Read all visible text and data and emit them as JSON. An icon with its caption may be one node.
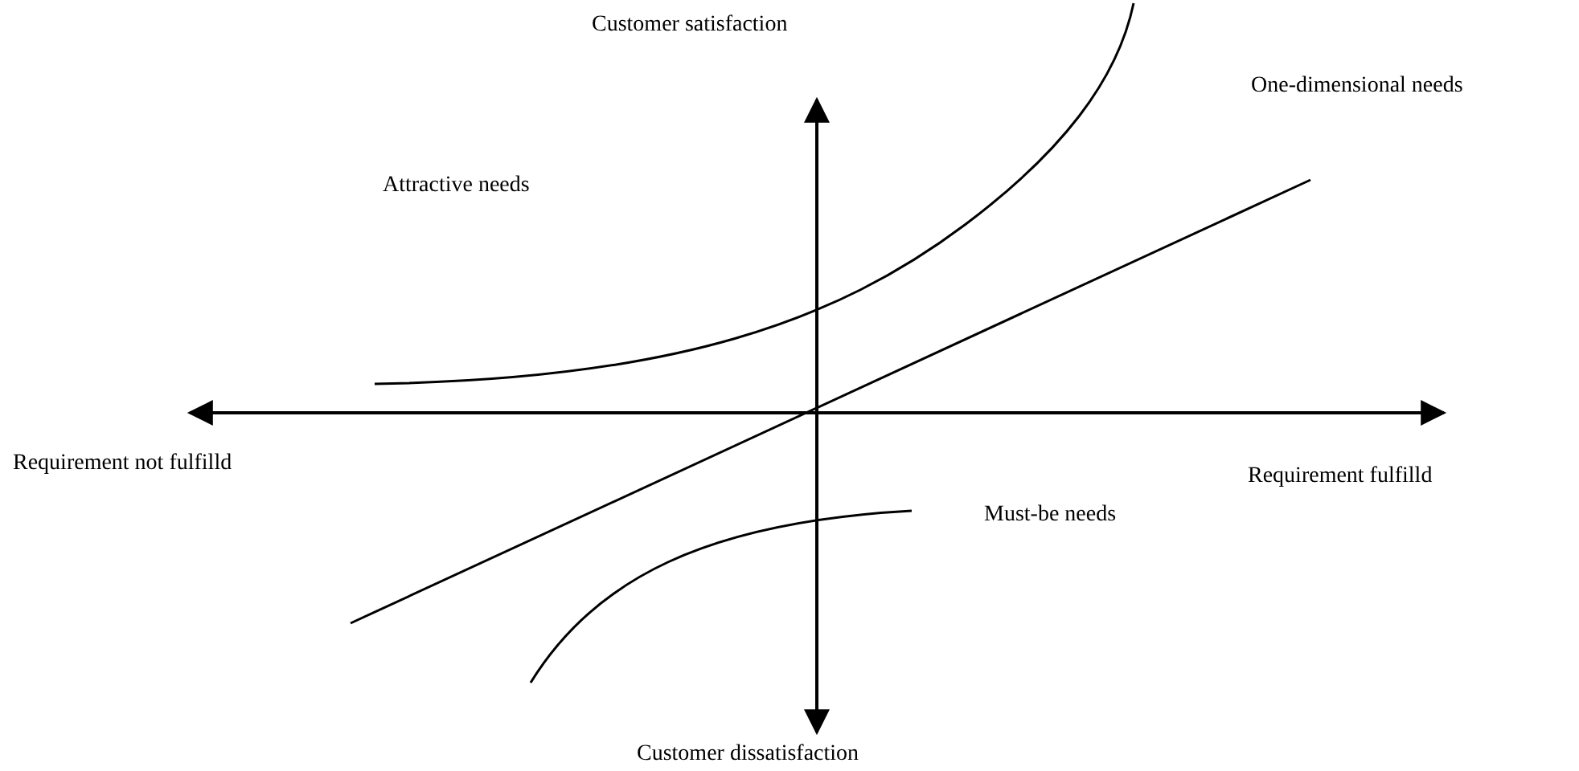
{
  "diagram": {
    "labels": [
      "Customer satisfaction",
      "One-dimensional needs",
      "Attractive needs",
      "Requirement not fulfilld",
      "Requirement fulfilld",
      "Must-be needs",
      "Customer dissatisfaction"
    ]
  }
}
